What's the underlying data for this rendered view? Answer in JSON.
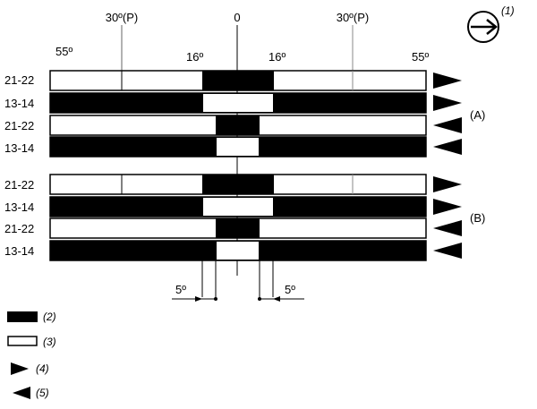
{
  "top_labels": {
    "zero": "0",
    "left_30": "30º(P)",
    "right_30": "30º(P)",
    "left_55": "55º",
    "right_55": "55º",
    "left_16": "16º",
    "right_16": "16º"
  },
  "direction_ref": "(1)",
  "groups": [
    {
      "label": "(A)",
      "rows": [
        {
          "label": "21-22",
          "arrow": "right"
        },
        {
          "label": "13-14",
          "arrow": "right"
        },
        {
          "label": "21-22",
          "arrow": "left"
        },
        {
          "label": "13-14",
          "arrow": "left"
        }
      ]
    },
    {
      "label": "(B)",
      "rows": [
        {
          "label": "21-22",
          "arrow": "right"
        },
        {
          "label": "13-14",
          "arrow": "right"
        },
        {
          "label": "21-22",
          "arrow": "left"
        },
        {
          "label": "13-14",
          "arrow": "left"
        }
      ]
    }
  ],
  "bottom_labels": {
    "left_5": "5º",
    "right_5": "5º"
  },
  "legend": [
    {
      "symbol": "black-box",
      "label": "(2)"
    },
    {
      "symbol": "white-box",
      "label": "(3)"
    },
    {
      "symbol": "right-arrow",
      "label": "(4)"
    },
    {
      "symbol": "left-arrow",
      "label": "(5)"
    }
  ]
}
